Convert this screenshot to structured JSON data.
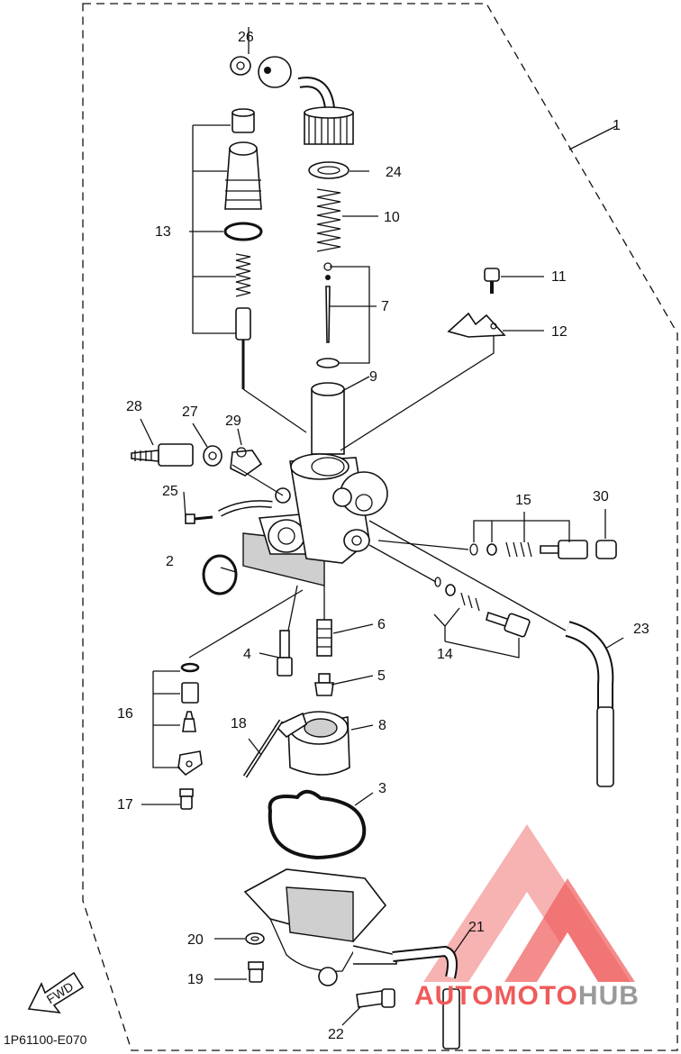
{
  "diagram": {
    "drawing_code": "1P61100-E070",
    "fwd_label": "FWD",
    "callouts": [
      "1",
      "2",
      "3",
      "4",
      "5",
      "6",
      "7",
      "8",
      "9",
      "10",
      "11",
      "12",
      "13",
      "14",
      "15",
      "16",
      "17",
      "18",
      "19",
      "20",
      "21",
      "22",
      "23",
      "24",
      "25",
      "26",
      "27",
      "28",
      "29",
      "30"
    ]
  },
  "watermark": {
    "part1": "AUTO",
    "part2": "MOTO",
    "part3": "HUB",
    "colors": {
      "red": "#ef5b5b",
      "gray": "#9a9a9a"
    }
  }
}
